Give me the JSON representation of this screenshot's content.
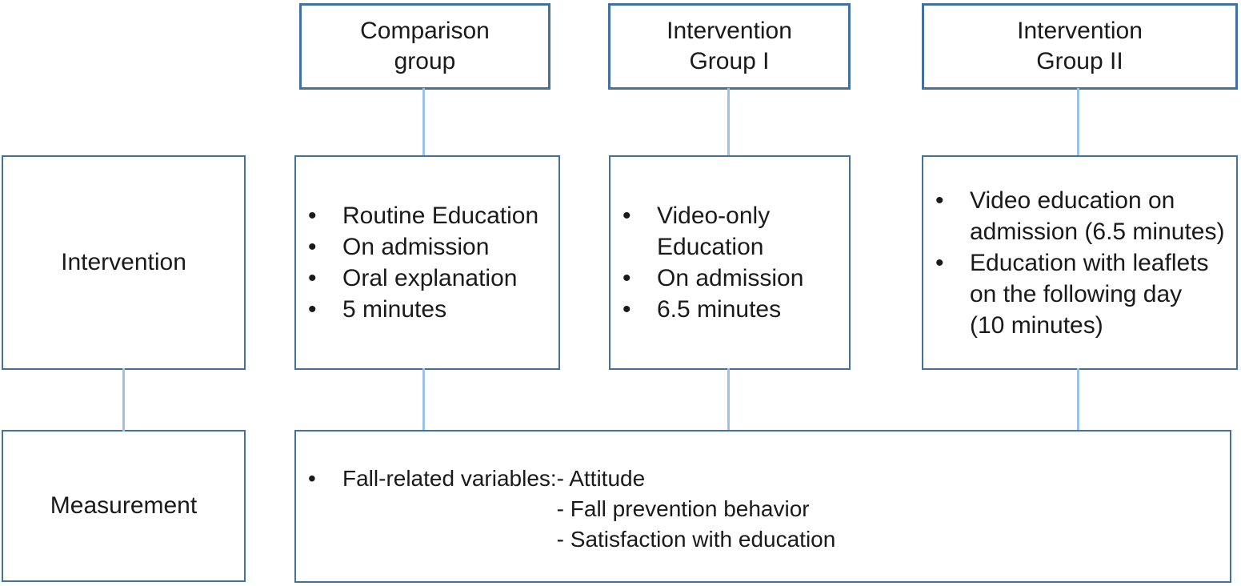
{
  "figure": {
    "bullet_glyph": "•",
    "colors": {
      "box_border": "#41719c",
      "connector": "#9cc2e5",
      "text": "#1a1a1a",
      "background": "#ffffff"
    },
    "column_titles": [
      {
        "lines": [
          "Comparison",
          "group"
        ]
      },
      {
        "lines": [
          "Intervention",
          "Group I"
        ]
      },
      {
        "lines": [
          "Intervention",
          "Group II"
        ]
      }
    ],
    "row_labels": {
      "intervention": "Intervention",
      "measurement": "Measurement"
    },
    "intervention_boxes": [
      {
        "items": [
          {
            "lines": [
              "Routine Education"
            ]
          },
          {
            "lines": [
              "On admission"
            ]
          },
          {
            "lines": [
              "Oral explanation"
            ]
          },
          {
            "lines": [
              "5 minutes"
            ]
          }
        ]
      },
      {
        "items": [
          {
            "lines": [
              "Video-only",
              "Education"
            ]
          },
          {
            "lines": [
              "On admission"
            ]
          },
          {
            "lines": [
              "6.5 minutes"
            ]
          }
        ]
      },
      {
        "items": [
          {
            "lines": [
              "Video education on",
              "admission (6.5 minutes)"
            ]
          },
          {
            "lines": [
              "Education with leaflets",
              "on the following day",
              "(10 minutes)"
            ]
          }
        ]
      }
    ],
    "measurement_box": {
      "bullet_label": "Fall-related variables:",
      "sub_items": [
        "- Attitude",
        "- Fall prevention behavior",
        "- Satisfaction with education"
      ]
    }
  }
}
